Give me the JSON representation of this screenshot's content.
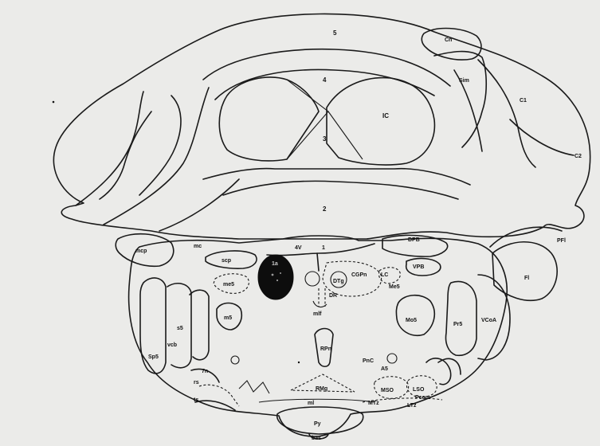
{
  "labels": {
    "l5": "5",
    "l4": "4",
    "l3": "3",
    "l2": "2",
    "l1": "1",
    "ic": "IC",
    "cn": "Cn",
    "sim": "Sim",
    "c1": "C1",
    "c2": "C2",
    "pfl": "PFl",
    "fl": "Fl",
    "vcoa": "VCoA",
    "mcp": "mcp",
    "scp": "scp",
    "mc": "mc",
    "mes": "me5",
    "four_v": "4V",
    "dpb": "DPB",
    "vpb": "VPB",
    "lc": "LC",
    "cgpn": "CGPn",
    "dtg": "DTg",
    "dr": "DR",
    "mes_nuc": "Me5",
    "mlf": "mlf",
    "m5": "m5",
    "mo5": "Mo5",
    "pr5": "Pr5",
    "s5": "s5",
    "sp5": "Sp5",
    "vcb": "vcb",
    "rpn": "RPn",
    "pnc": "PnC",
    "a5": "A5",
    "fn": "7n",
    "rs": "rs",
    "ts": "ts",
    "rmg": "RMg",
    "ml": "ml",
    "mso": "MSO",
    "lso": "LSO",
    "mtz": "MTz",
    "ltz": "LTz",
    "pcom": "Pcom",
    "py": "Py",
    "bas": "bas",
    "lesion": "1a"
  }
}
